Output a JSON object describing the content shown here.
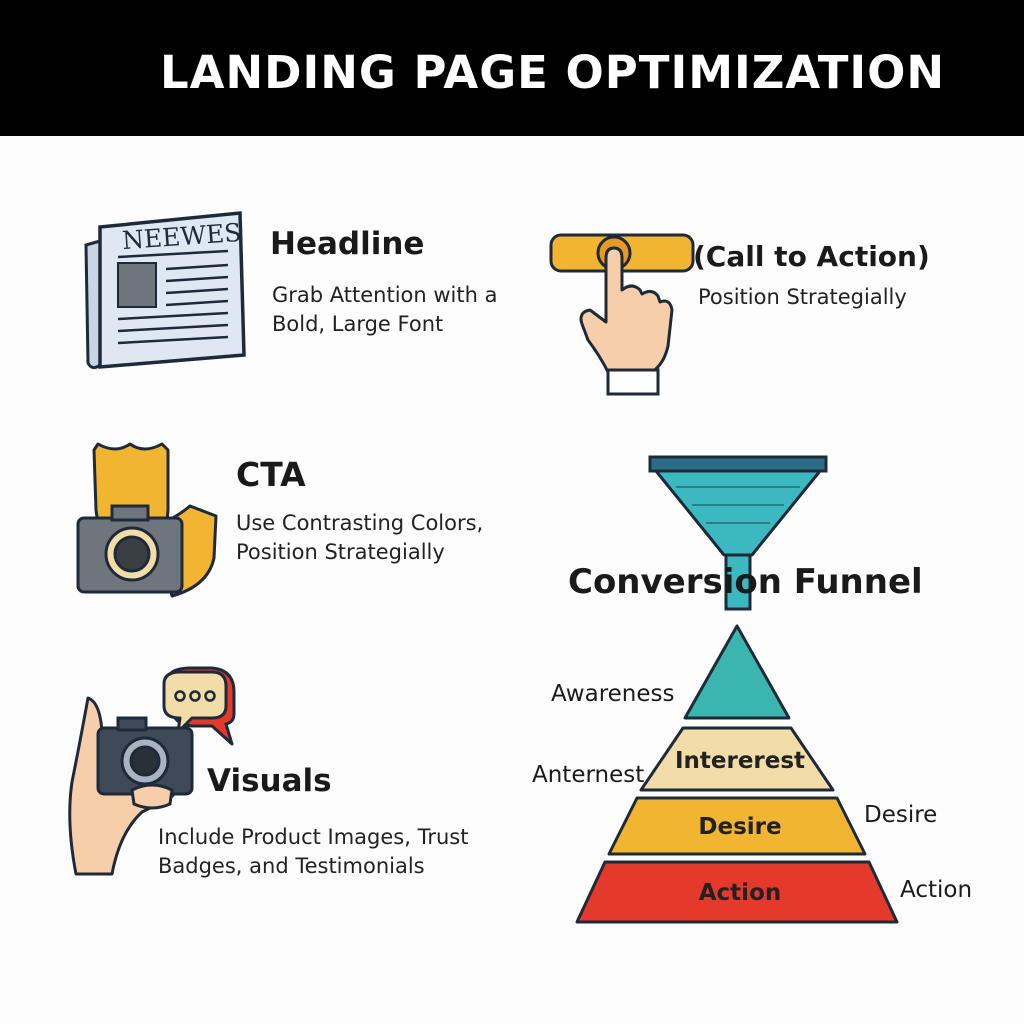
{
  "header": {
    "title": "LANDING PAGE OPTIMIZATION"
  },
  "headline": {
    "icon": "newspaper-icon",
    "paper_text": "NEEWES",
    "title": "Headline",
    "desc_line1": "Grab Attention with a",
    "desc_line2": "Bold, Large Font"
  },
  "call_to_action": {
    "icon": "tap-button-icon",
    "title": "(Call to Action)",
    "desc": "Position Strategially"
  },
  "cta": {
    "icon": "shield-camera-icon",
    "title": "CTA",
    "desc_line1": "Use Contrasting Colors,",
    "desc_line2": "Position Strategially"
  },
  "visuals": {
    "icon": "hand-camera-chat-icon",
    "title": "Visuals",
    "desc_line1": "Include Product Images, Trust",
    "desc_line2": "Badges, and Testimonials"
  },
  "funnel": {
    "title": "Conversion Funnel",
    "side_labels": {
      "awareness": "Awareness",
      "interest": "Anternest",
      "desire": "Desire",
      "action": "Action"
    },
    "tiers": [
      {
        "label": "",
        "color": "#3bb5b0"
      },
      {
        "label": "Intererest",
        "color": "#f2dca8"
      },
      {
        "label": "Desire",
        "color": "#f2b531"
      },
      {
        "label": "Action",
        "color": "#e5392b"
      }
    ],
    "funnel_color": "#3cb8c0"
  }
}
